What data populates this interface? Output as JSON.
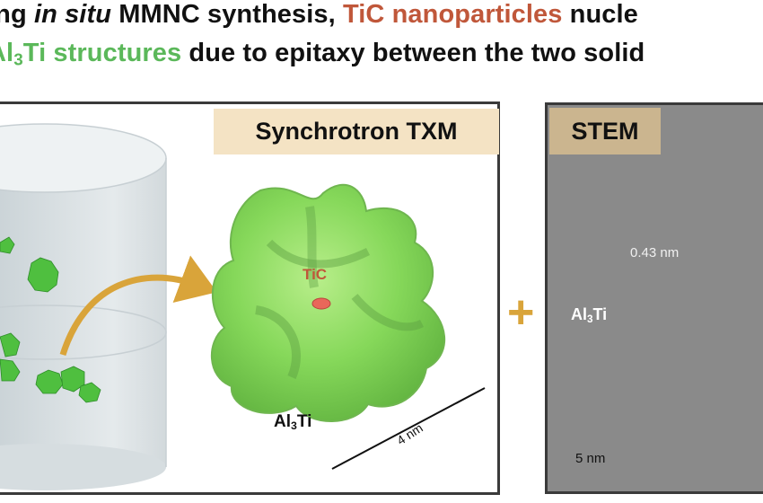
{
  "header": {
    "line1_part1": "ing ",
    "line1_italic": "in situ",
    "line1_part2": " MMNC synthesis, ",
    "line1_highlight": "TiC nanoparticles",
    "line1_part3": " nucle",
    "line2_highlight_main": "Al",
    "line2_highlight_sub": "3",
    "line2_highlight_end": "Ti structures",
    "line2_rest": " due to epitaxy between the two solid"
  },
  "txm_panel": {
    "label": "Synchrotron TXM",
    "tic_label": "TiC",
    "al3ti_main": "Al",
    "al3ti_sub": "3",
    "al3ti_end": "Ti",
    "scale_label": "4 nm"
  },
  "plus_sign": "+",
  "stem_panel": {
    "label": "STEM",
    "al3ti_main": "Al",
    "al3ti_sub": "3",
    "al3ti_end": "Ti",
    "lattice_spacing": "0.43 nm",
    "scale_bar": "5 nm"
  },
  "colors": {
    "tic": "#c0573a",
    "al3ti": "#5bb85a",
    "arrow": "#d9a43a",
    "txm_label_bg": "#f4e3c4",
    "stem_label_bg": "#cbb58f"
  }
}
